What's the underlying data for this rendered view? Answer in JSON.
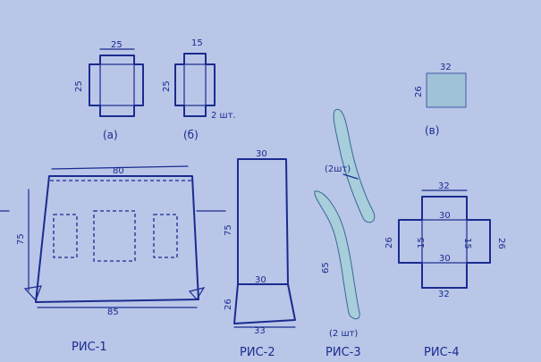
{
  "labels": {
    "a": "(a)",
    "b": "(б)",
    "v": "(в)",
    "fig1": "РИС-1",
    "fig2": "РИС-2",
    "fig3": "РИС-3",
    "fig4": "РИС-4",
    "count2_b": "2 шт.",
    "count2_strip": "(2шт)",
    "count2_strip2": "(2 шт)"
  },
  "dims": {
    "a_w": "25",
    "a_h": "25",
    "b_w": "15",
    "b_h": "25",
    "v_w": "32",
    "v_h": "26",
    "f1_top": "80",
    "f1_bottom": "85",
    "f1_h": "75",
    "f2_top": "30",
    "f2_mid": "30",
    "f2_h1": "75",
    "f2_h2": "26",
    "f2_bottom": "33",
    "f3_len": "65",
    "f4_top": "32",
    "f4_inner_top": "30",
    "f4_inner_bottom": "30",
    "f4_bottom": "32",
    "f4_left": "26",
    "f4_right": "26",
    "f4_inner_left": "15",
    "f4_inner_right": "15"
  }
}
